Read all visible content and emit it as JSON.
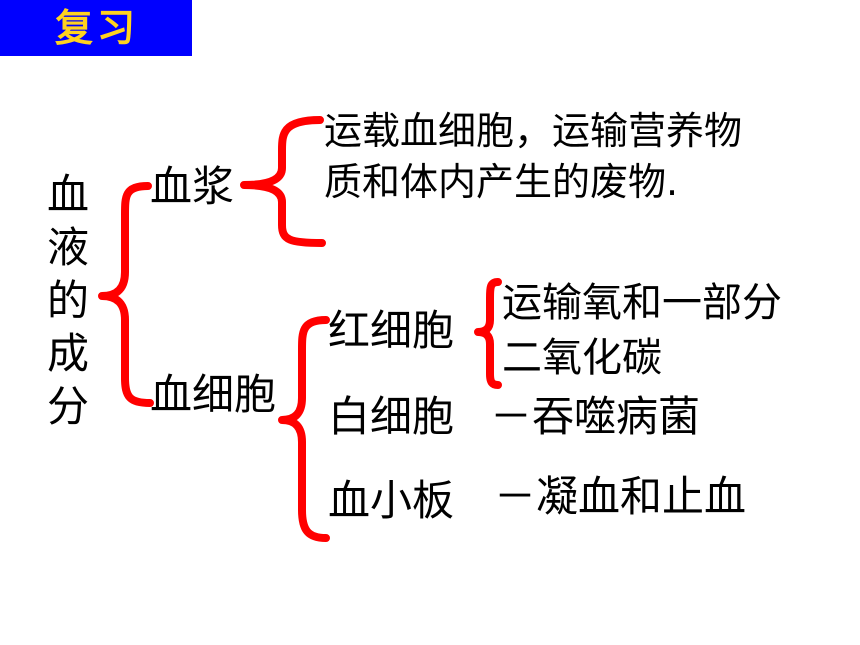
{
  "title": "复习",
  "root": {
    "chars": [
      "血",
      "液",
      "的",
      "成",
      "分"
    ]
  },
  "plasma": {
    "label": "血浆",
    "desc_line1": "运载血细胞，运输营养物",
    "desc_line2": "质和体内产生的废物."
  },
  "cells": {
    "label": "血细胞",
    "red": {
      "label": "红细胞",
      "func_line1": "运输氧和一部分",
      "func_line2": "二氧化碳"
    },
    "white": {
      "label": "白细胞",
      "func": "－吞噬病菌"
    },
    "platelet": {
      "label": "血小板",
      "func": "－凝血和止血"
    }
  },
  "colors": {
    "title_bg": "#0000ff",
    "title_text": "#ffd21f",
    "brace": "#ff0000"
  }
}
